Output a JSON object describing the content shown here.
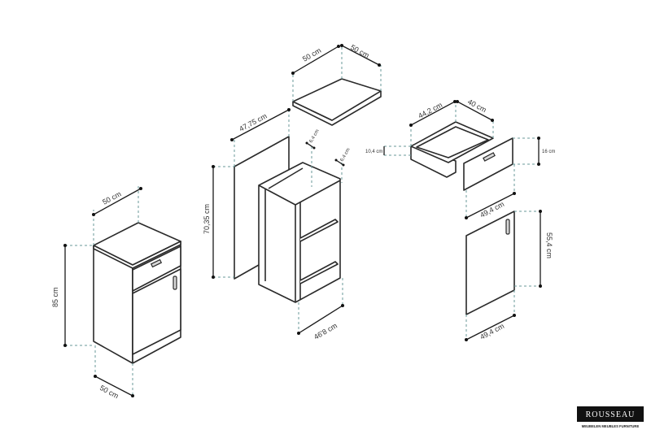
{
  "dimensions": {
    "base_cabinet_width": "50 cm",
    "base_cabinet_height": "85 cm",
    "base_cabinet_depth": "50 cm",
    "side_panel_depth": "47,75 cm",
    "side_panel_height": "70,35 cm",
    "carcass_thickness_a": "6,4 cm",
    "carcass_thickness_b": "6,4 cm",
    "carcass_width": "46'8 cm",
    "top_width": "50 cm",
    "top_depth": "50 cm",
    "drawer_box_width": "44,2 cm",
    "drawer_box_depth": "40 cm",
    "drawer_box_height": "10,4 cm",
    "drawer_front_height": "16 cm",
    "drawer_front_width": "49,4 cm",
    "door_height": "55,4 cm",
    "door_width": "49,4 cm"
  },
  "logo": {
    "brand": "ROUSSEAU",
    "tagline": "MEUBELEN MEUBLES FURNITURE"
  }
}
